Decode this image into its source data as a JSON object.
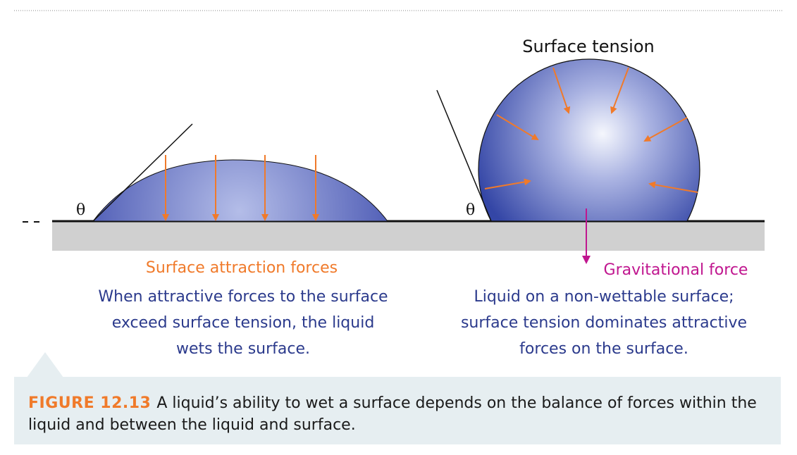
{
  "labels": {
    "theta": "θ",
    "surface_tension": "Surface tension",
    "surface_attraction": "Surface attraction forces",
    "gravitational": "Gravitational force",
    "left_desc": [
      "When attractive forces to the surface",
      "exceed surface tension, the liquid",
      "wets the surface."
    ],
    "right_desc": [
      "Liquid on a non-wettable surface;",
      "surface tension dominates attractive",
      "forces on the surface."
    ]
  },
  "caption": {
    "figure_number": "FIGURE 12.13",
    "text": "A liquid’s ability to wet a surface depends on the balance of forces within the liquid and between the liquid and surface."
  },
  "colors": {
    "orange": "#f07a2a",
    "magenta": "#c0168f",
    "blue_text": "#2b3a8c",
    "drop_dark": "#3a4aa8",
    "drop_light": "#f4f6fd",
    "surface_gray": "#d0d0d0",
    "caption_bg": "#e6eef1"
  }
}
